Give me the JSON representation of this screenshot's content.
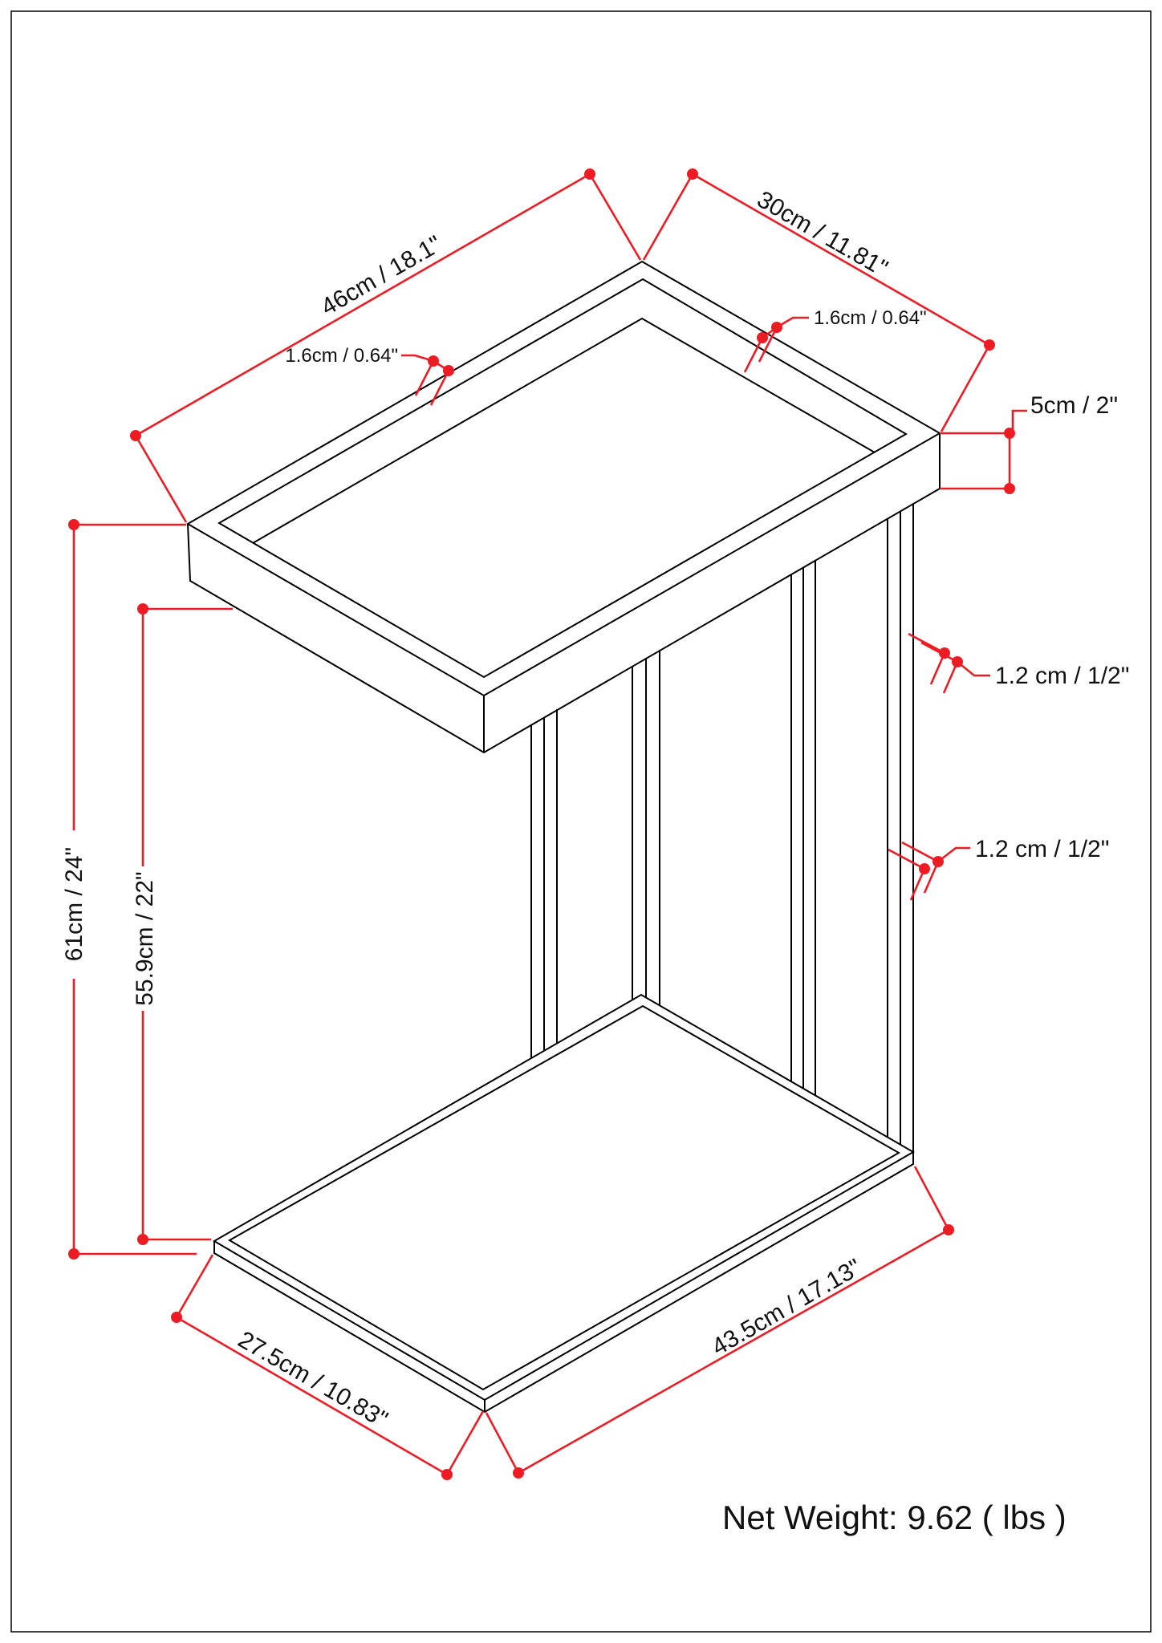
{
  "page": {
    "background": "#ffffff",
    "border_color": "#000000"
  },
  "colors": {
    "dimension_red": "#ed1c24",
    "drawing_black": "#000000"
  },
  "labels": {
    "top_width": "46cm / 18.1\"",
    "top_depth": "30cm / 11.81\"",
    "rim_left": "1.6cm / 0.64\"",
    "rim_right": "1.6cm / 0.64\"",
    "tray_height": "5cm / 2\"",
    "tube_upper": "1.2 cm / 1/2\"",
    "tube_lower": "1.2 cm / 1/2\"",
    "total_height": "61cm / 24\"",
    "clearance_height": "55.9cm / 22\"",
    "base_depth": "27.5cm / 10.83\"",
    "base_width": "43.5cm / 17.13\"",
    "net_weight": "Net Weight: 9.62 ( lbs )"
  }
}
